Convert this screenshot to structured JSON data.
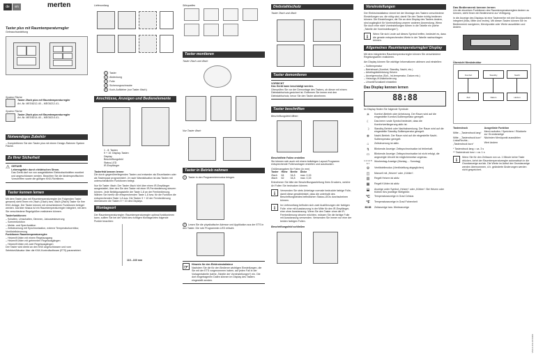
{
  "header": {
    "lang_de": "de",
    "lang_en": "en",
    "logo": "merten"
  },
  "col1": {
    "title": "Taster plus mit Raumtemperaturregler",
    "subtitle": "Gebrauchsanleitung",
    "sys1_label": "System Fläche",
    "sys1_name": "Taster 2fach plus mit Raumtemperaturregler",
    "sys1_art": "Art.-Nr. MEG6212-40.., MEG6212-41..",
    "sys2_label": "System Fläche",
    "sys2_name": "Taster 2fach plus mit Raumtemperaturregler",
    "sys2_art": "Art.-Nr. MEG6214-40.., MEG6214-41..",
    "acc_head": "Notwendiges Zubehör",
    "acc_item": "Komplettieren Sie den Taster plus mit einem Design-Rahmen System Fläche.",
    "safety_head": "Zu Ihrer Sicherheit",
    "danger_title": "GEFAHR",
    "danger_sub": "Lebensgefahr durch elektrischen Strom.",
    "danger_text": "Das Gerät darf nur von ausgebildeten Elektrofachkräften montiert und angeschlossen werden. Beachten Sie die länderspezifischen Vorschriften sowie die gültigen KNX-Richtlinien.",
    "know_head": "Taster kennen lernen",
    "know_text": "Mit dem Taster plus mit Raumtemperaturregler (im Folgenden Taster genannt) steht Ihnen ein 2fach (1fach) bzw. 4fach (2fach) Taster für Ihre KNX-Anlage. Der Taster können mit verschiedenen Funktionen beleget werden. Darüber hinaus ist ein Raumtemperaturregler integriert, mit dem Sie verschiedene Regelgrößen realisieren können.",
    "func_head": "Tasterfunktionen:",
    "func_items": [
      "Schalten, Umschalten, Dimmen, Jalousiesteuerung",
      "Szenenfunktion",
      "Melde- und Sperrfunktion",
      "Zeitsteuerung mit Synchronisation, externe Temperaturkorrektur, Ventilstellsteuerung"
    ],
    "rt_head": "Funktionen Raumtemperaturregler:",
    "rt_items": [
      "Heizen/Kühlen mit einem Regelausgang",
      "Heizen/Kühlen mit getrennten Regelausgängen",
      "Heizen/Kühlen mit zwei Regelausgängen"
    ],
    "end_text": "Der Taster wird direkt an den KNX angeschlossen und vom Selektor/Aktuator über die KNX-Kontrollsoftware (ETS) parametriert."
  },
  "col2": {
    "fig_head": "Lieferumfang",
    "legend": [
      "Taster",
      "Abdeckung",
      "Folie",
      "Sicherungsschraube",
      "Koch-Aufkleber (nur Taster 4fach)"
    ],
    "conn_head": "Anschlüsse, Anzeigen und Bedienelemente",
    "conn_legend": [
      "1 - 8: Tasten",
      "9 + 10: Display-Tasten",
      "Display",
      "Beschriftungsfeld",
      "Status-LED",
      "IR-Empfänger"
    ],
    "use_head": "Tasterfeld kennen lernen",
    "use_text": "Die durch gegenüberliegenden Tasten und entweder als Einzeltasten oder als Tastenpaar programmiert. Je nach Wandsituation ist das Tasten mit unterschiedlichen Funktionen belegt.",
    "use_text2": "Nur für Taster 4fach: Der Taster 4fach hört über einen IR-Empfänger ausgestattet, über den Sie den Taster mit einer IR-Fernbedienung steuern können. Jede Betätigungsstelle der Taste 1-8 an der Fernbedienung. Wählen Sie hierfür die entsprechenden Taste 1-8 bzw. für die Funktion die entsprechenden Taste 1-8 aus. Die Tasten 9 + 10 der Fernbedienung übersteuern die Tasten 9 + 10 des Displays.",
    "mount_head": "Montageort",
    "mount_text": "Der Raumtemperaturregler: Raumtemperaturregler optimal funktionieren kann, sollten Sie bei der Wahl des richtigen Montageortes folgende Punkte beachten:",
    "dim": "110...160 mm"
  },
  "col3": {
    "fig_head": "Störquellen",
    "mount_head": "Taster montieren",
    "mount_sub": "Taster 2fach und 4fach",
    "only4": "Nur Taster 4fach",
    "start_head": "Taster in Betrieb nehmen",
    "start1": "Taster in den Programmiermodus bringen.",
    "start2": "Lesen Sie die physikalische Adresse und Applikation aus der ETS in den Taster. Die rote Programmier-LED erlischt.",
    "note_head": "Hinweis für den Elektroinstallateur",
    "note_text": "Nachdem Sie die für den Bediener wichtigen Einstellungen, die Sie mit der ETS vorgenommen haben, auf jeden Fall in der Vorlagentabelle (siehe „Tabelle der Voreinstellungen“) ein. Die dort eingetragenen Daten können im Display des Tasters eingestellt werden."
  },
  "col4": {
    "theft_head": "Diebstahlschutz",
    "theft_sub": "Taster 2fach und 4fach",
    "demount_head": "Taster demontieren",
    "caution_title": "VORSICHT",
    "caution_sub": "Das Gerät kann beschädigt werden.",
    "caution_text": "Überprüfen Sie vor der Demontage des Tasters, ob dieser mit einem Diebstahlschutz gesichert ist. Entfernen Sie immer erst den Diebstahlschutz, bevor Sie den Taster abnehmen.",
    "label_head": "Taster beschriften",
    "label_sub": "Beschriftungsfeld öffnen",
    "foil_head": "Beschriftete Folien erstellen",
    "foil_text": "Sie können sich auch mit einem beliebigen Layout-Programm entsprechende Folienvorlagen erstellen und ausdrucken.",
    "table_caption": "Größenangaben für Folien (in mm)",
    "table_head": [
      "Taster",
      "Höhe",
      "Breite",
      "Dicke"
    ],
    "table_rows": [
      [
        "2fach",
        "64",
        "34,8",
        "max. 0,15"
      ],
      [
        "4fach",
        "62",
        "34,8",
        "max. 0,15"
      ]
    ],
    "table_note": "Entnehmen Sie bitte der Beschriftungsanleitung Ihres Druckers, welche Art Folien Sie bedrucken können.",
    "info1": "Verwenden Sie stets Unterlage normale bedruckte farbige Folie, damit diese gewährleistet, dass die unterhalb des Beschriftungsfeldes befindlichen Status-LEDs durchscheinen können.",
    "info2": "Im Lieferumfang befinden sich zwei Ausführungen der farbigen Folie: eine mit Ausstanzung in der Mitte für den IR-Empfänger, eine ohne Ausstanzung. Wenn Sie den Taster ohne die IR-Fernbedienung steuern möchten, müssen Sie die farbige Folie mit Ausstanzung verwenden. Verwenden Sie immer nur eine der beiden farbigen Folien.",
    "close_head": "Beschriftungsfeld schließen"
  },
  "col5": {
    "pre_head": "Voreinstellungen",
    "pre_text": "Der Elektroinstallateur nimmt bei der Montage des Tasters verschiedene Einstellungen vor, die nötig sind, damit Sie den Taster richtig bedienen können. Die Einstellungen, die Sie an dem Display des Tasters ändern, sind zugänglich für Voreinstellung unserer anderen Anwendung. Wenn Sie doch eine nicht Voreinstellungen führen in die Tabelle ein (siehe „Tabelle der Voreinstellungen“).",
    "info1": "Wenn Sie sich Leute auf dieses Symbol treffen, bedeutet es, dass die gerade entsprechenden Werte in der Tabelle nachschlagen können.",
    "gen_head": "Allgemeines Raumtemperaturregler/ Display",
    "gen_text": "Mit dem integrierten Raumtemperaturregler können Sie verschiedene Regelungsarten realisieren.",
    "gen_text2": "Am Display können Sie wichtige Informationen ablesen und einstellen:",
    "gen_items": [
      "Solltemperatur",
      "Betriebsart (Komfort, Standby, Nacht, etc.)",
      "Arbeitsgrädeleistung Heizen",
      "Anzeigemodus (Soll-, Ist-temperatur, Datum etc.)",
      "Heizungs-/Kühlanforderung",
      "Uhrzeit/Schaltzeit einstellen"
    ],
    "disp_head": "Das Display kennen lernen",
    "lcd": "88:88",
    "disp_intro": "Im Display finden Sie folgende Symbole:",
    "sym_rows": [
      {
        "sym": "☀",
        "text": "Komfort-Betrieb oder Anheizung. Der Raum wird auf die eingestellte Komfort-Solltemperatur geregelt."
      },
      {
        "sym": "☾",
        "text": "Das leere runde Symbol bedeutet, dass die Komfortverlängerung aktiv ist."
      },
      {
        "sym": "☽",
        "text": "Standby-Betrieb oder Nachtabsenkung. Der Raum wird auf die eingestellte Standby-Solltemperatur geregelt."
      },
      {
        "sym": "❄",
        "text": "Nacht-Betrieb. Der Raum wird auf die eingestellte Nacht-Solltemperatur geregelt."
      },
      {
        "sym": "⌂",
        "text": "Zeitsteuerung ist aktiv."
      },
      {
        "sym": "↯",
        "text": "Blinkende Anzeige: Zeitsynchronisation ist fehlerhaft."
      },
      {
        "sym": "▭",
        "text": "Blinkende Anzeige: Zeitsynchronisation ist nicht erfolgt, die angezeigte Uhrzeit ist möglicherweise ungenau."
      },
      {
        "sym": "1 2 3 4 5 6 7",
        "text": "Wochentag-Anzeige (Montag ... Sonntag)"
      },
      {
        "sym": "⚙",
        "text": "Ventilstellmodus (Ventilstellung abgeglichen)"
      },
      {
        "sym": "◫",
        "text": "Manuell mit „Heizen“ oder „Kühlen“."
      },
      {
        "sym": "▥",
        "text": "Regelt Heizen ist aktiv."
      },
      {
        "sym": "▦",
        "text": "Regelt Kühlen ist aktiv."
      },
      {
        "sym": "⬓",
        "text": "Anzeige unter Symbol „Heizen“ oder „Kühlen“: Bei Heizen oder Kühlen fürs jeweilige Stellgröße."
      },
      {
        "sym": "°C",
        "text": "Temperaturanzeige in Grad Celsius"
      },
      {
        "sym": "°F",
        "text": "Temperaturanzeige in Grad Fahrenheit"
      },
      {
        "sym": "88:88",
        "text": "Zeitanzeige bzw. Werteanzeige"
      }
    ]
  },
  "col6": {
    "ops_head": "Das Bedienmenü kennen lernen",
    "ops_text": "Um die einzelnen Funktionen des Raumtemperaturreglers ändern zu können, steht Ihnen ein Bedienmenü zur Verfügung.",
    "ops_text2": "In die Anzeige des Displays ist eine Tastenreihe mit drei Druckpunkten integriert (links, Mitte und rechts). Mit diesen Tasten können Sie im Bedienmenü navigieren, Menüpunkte oder Werte auswählen und ändern.",
    "menu_head": "Übersicht Menüstruktur",
    "map_labels": [
      "Komfort",
      "Standby",
      "Nacht",
      "Zeit",
      "Datum",
      "Heizen"
    ],
    "keys_head1": "Tastendruck",
    "keys_head2": "Ausgelöste Funktion",
    "key_rows": [
      [
        "Mitte - „Tastendruck lang“",
        "Menü aufrufen / Speichern / Rückkehr zur Grundanzeige"
      ],
      [
        "Mitte - „Tastendruck kurz“",
        "Nächsten Menüpunkt auswählen"
      ],
      [
        "Links/Rechts - „Tastendruck kurz“",
        "Wert ändern"
      ]
    ],
    "foot1": "* Tastendruck lang = ca. 3 s",
    "foot2": "** Tastendruck kurz = ca. 1 s",
    "info": "Wenn Sie für den Zeitraum von ca. 1 Minute keine Taste drücken, kehrt der Raumtemperaturregler automatisch in die Grundanzeige zurück. Die Werte im Aufruf der Grundanzeige werden übernommen, d.h. geänderte Änderungen werden nicht gespeichert.",
    "side_code": "V6214-941-00 09/09"
  }
}
